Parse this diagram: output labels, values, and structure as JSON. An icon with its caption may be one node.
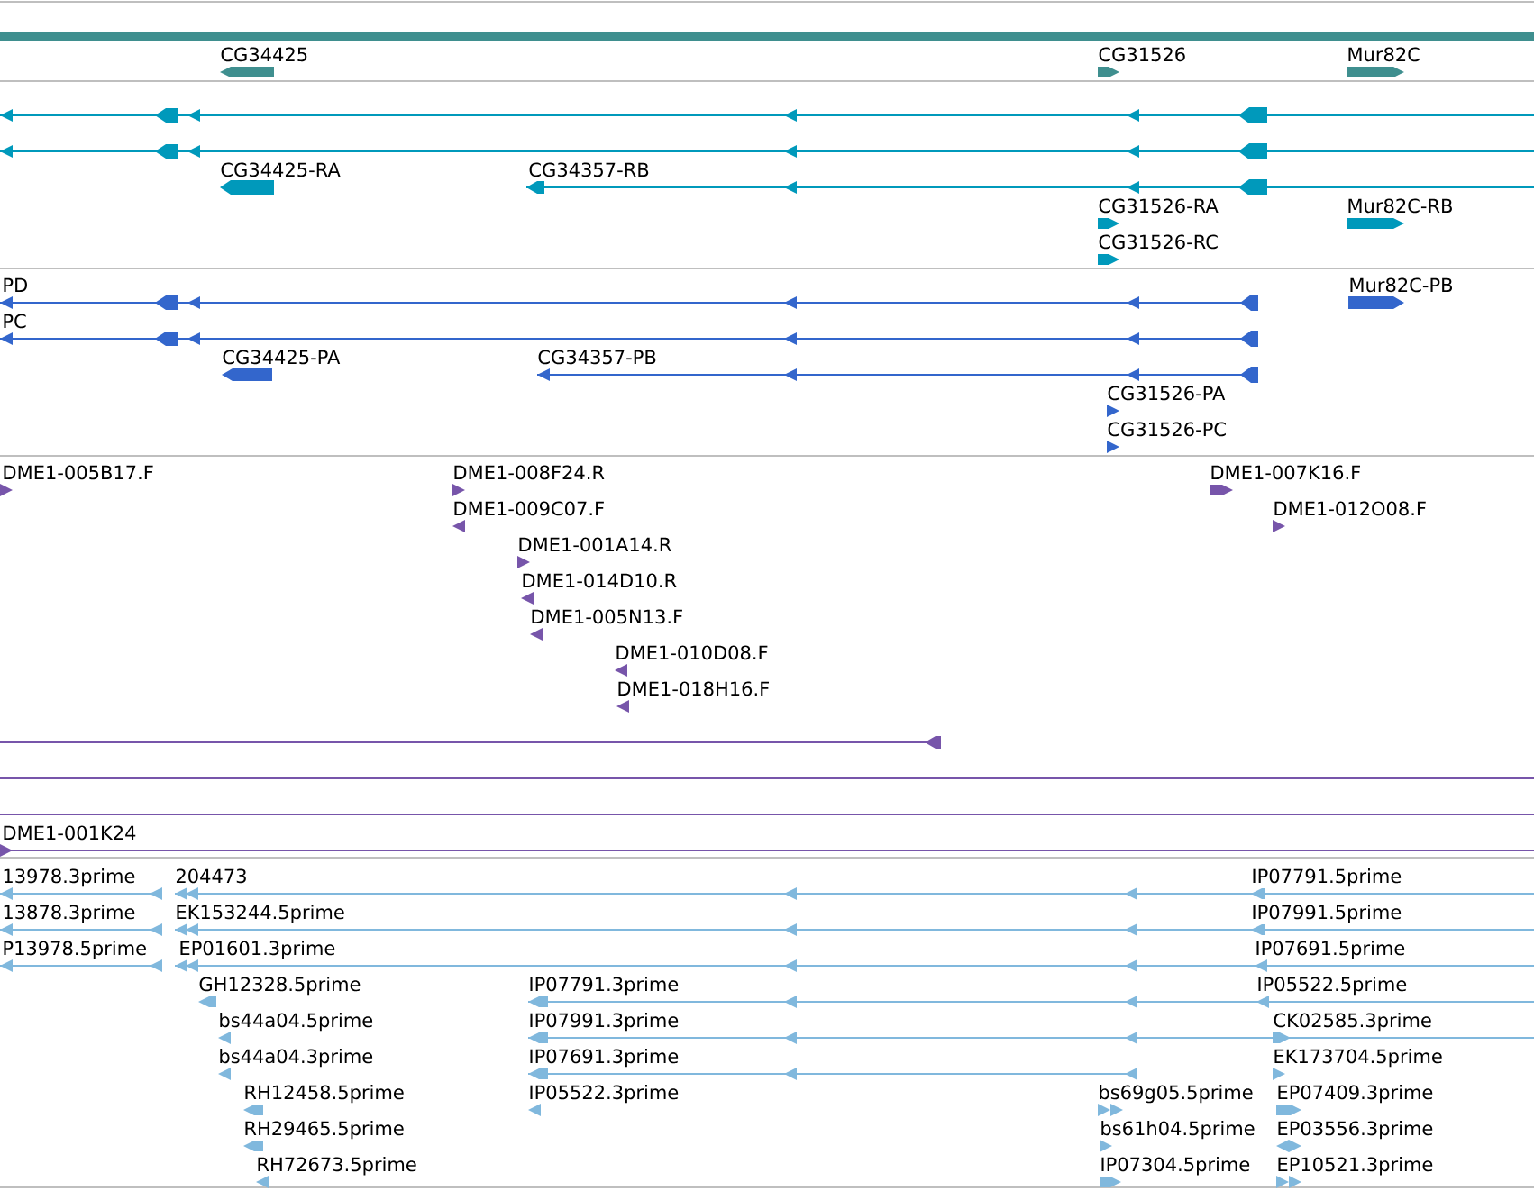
{
  "diagram": {
    "labels": [
      "CG34425",
      "CG31526",
      "Mur82C",
      "CG34425-RA",
      "CG34357-RB",
      "CG31526-RA",
      "Mur82C-RB",
      "CG31526-RC",
      "PD",
      "Mur82C-PB",
      "PC",
      "CG34425-PA",
      "CG34357-PB",
      "CG31526-PA",
      "CG31526-PC",
      "DME1-005B17.F",
      "DME1-008F24.R",
      "DME1-007K16.F",
      "DME1-009C07.F",
      "DME1-012O08.F",
      "DME1-001A14.R",
      "DME1-014D10.R",
      "DME1-005N13.F",
      "DME1-010D08.F",
      "DME1-018H16.F",
      "DME1-001K24",
      "13978.3prime",
      "204473",
      "IP07791.5prime",
      "13878.3prime",
      "EK153244.5prime",
      "IP07991.5prime",
      "P13978.5prime",
      "EP01601.3prime",
      "IP07691.5prime",
      "GH12328.5prime",
      "IP07791.3prime",
      "IP05522.5prime",
      "bs44a04.5prime",
      "IP07991.3prime",
      "CK02585.3prime",
      "bs44a04.3prime",
      "IP07691.3prime",
      "EK173704.5prime",
      "RH12458.5prime",
      "IP05522.3prime",
      "bs69g05.5prime",
      "EP07409.3prime",
      "RH29465.5prime",
      "bs61h04.5prime",
      "EP03556.3prime",
      "RH72673.5prime",
      "IP07304.5prime",
      "EP10521.3prime"
    ]
  }
}
